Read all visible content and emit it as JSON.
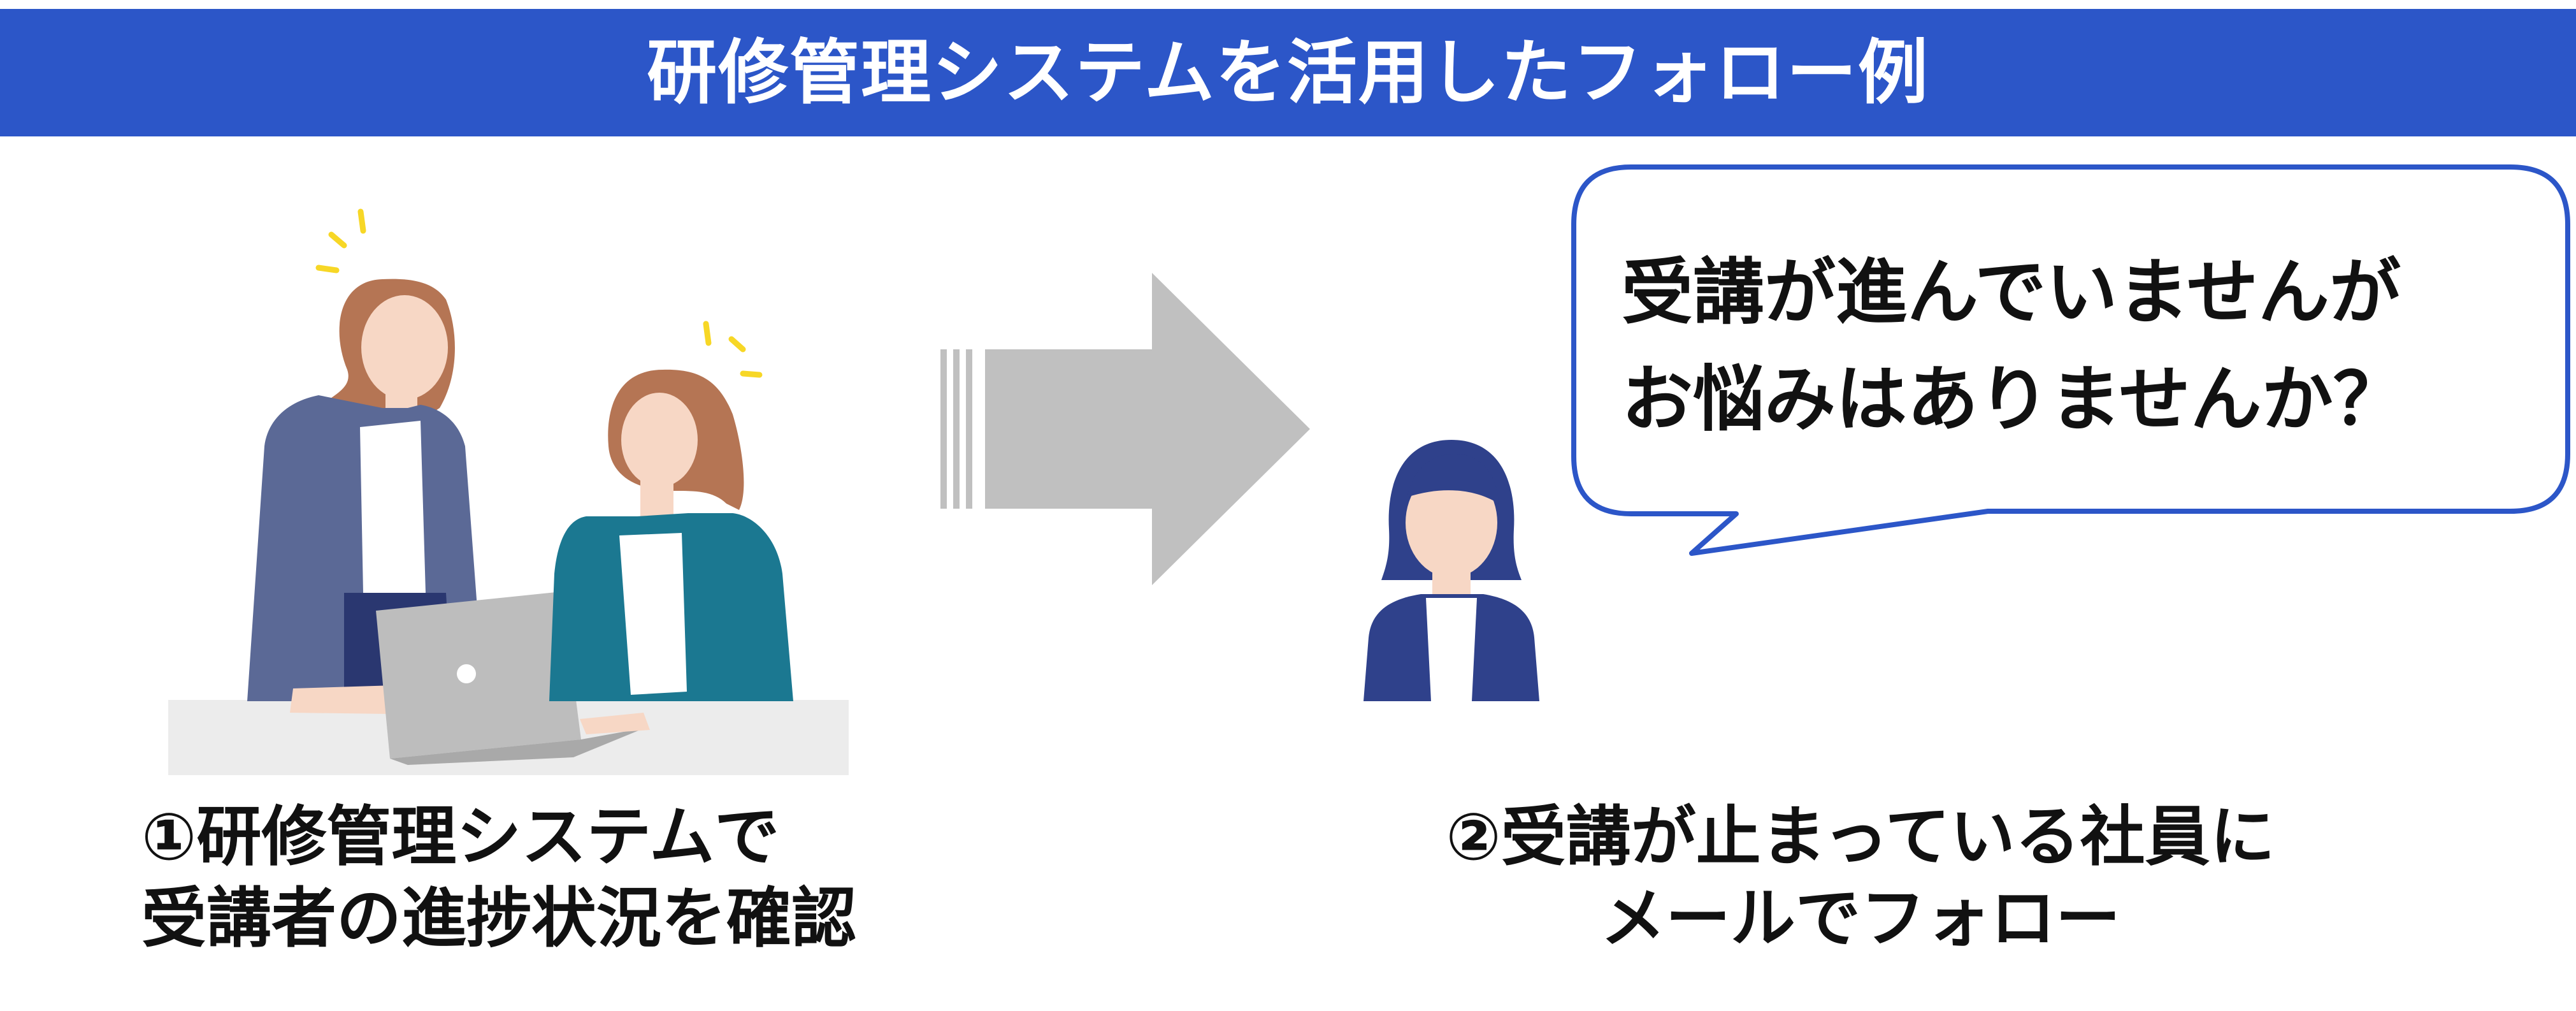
{
  "title": "研修管理システムを活用したフォロー例",
  "step1": {
    "line1": "①研修管理システムで",
    "line2": "受講者の進捗状況を確認"
  },
  "step2": {
    "line1": "②受講が止まっている社員に",
    "line2": "メールでフォロー"
  },
  "bubble": {
    "line1": "受講が進んでいませんが",
    "line2": "お悩みはありませんか？"
  },
  "colors": {
    "banner": "#2c56c8",
    "bubble_border": "#2c56c8",
    "arrow": "#c0c0c0",
    "navy_jacket": "#2f418b",
    "teal_jacket": "#1b7891",
    "slate_jacket": "#5b6996",
    "hair_brown": "#b57554",
    "skin": "#f7d7c5",
    "spark": "#f7d726"
  },
  "icons": [
    "colleagues-at-laptop-illustration",
    "right-arrow-icon",
    "employee-avatar-illustration",
    "speech-bubble"
  ]
}
